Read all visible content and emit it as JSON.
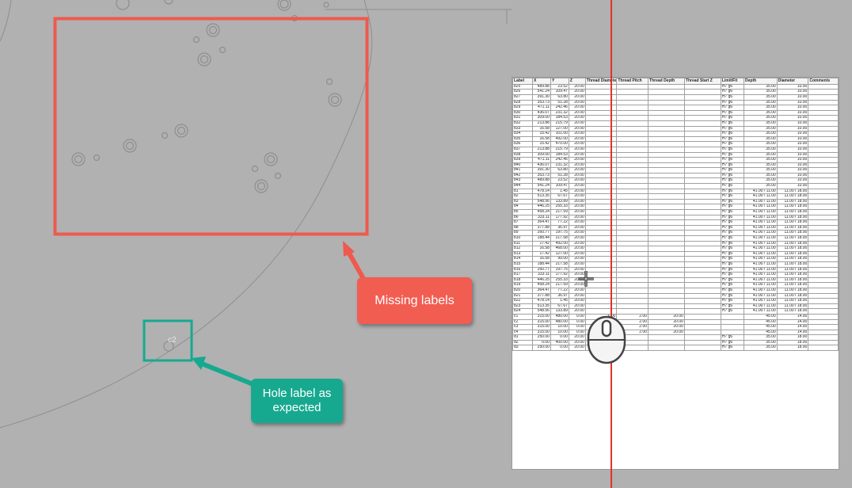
{
  "callouts": {
    "missing": "Missing labels",
    "hole_line1": "Hole label as",
    "hole_line2": "expected"
  },
  "hole_label": "c2",
  "colors": {
    "background": "#b1b1b1",
    "missing_accent": "#f25d52",
    "ok_accent": "#17a98f",
    "red_line": "#e2322a"
  },
  "table": {
    "headers": [
      "Label",
      "X",
      "Y",
      "Z",
      "Thread Diameter",
      "Thread Pitch",
      "Thread Depth",
      "Thread Start Z",
      "Limit/Fit",
      "Depth",
      "Diameter",
      "Comments"
    ],
    "rows": [
      [
        "b25",
        "489.88",
        "23.52",
        "20.00",
        "",
        "",
        "",
        "",
        "H7 g6",
        "35.00",
        "10.00",
        ""
      ],
      [
        "b26",
        "541.24",
        "109.47",
        "20.00",
        "",
        "",
        "",
        "",
        "H7 g6",
        "35.00",
        "10.00",
        ""
      ],
      [
        "b27",
        "391.30",
        "63.80",
        "20.00",
        "",
        "",
        "",
        "",
        "H7 g6",
        "35.00",
        "10.00",
        ""
      ],
      [
        "b28",
        "353.73",
        "51.28",
        "20.00",
        "",
        "",
        "",
        "",
        "H7 g6",
        "35.00",
        "10.00",
        ""
      ],
      [
        "b29",
        "471.11",
        "242.46",
        "20.00",
        "",
        "",
        "",
        "",
        "H7 g6",
        "35.00",
        "10.00",
        ""
      ],
      [
        "b30",
        "436.07",
        "231.32",
        "20.00",
        "",
        "",
        "",
        "",
        "H7 g6",
        "35.00",
        "10.00",
        ""
      ],
      [
        "b31",
        "309.00",
        "184.53",
        "20.00",
        "",
        "",
        "",
        "",
        "H7 g6",
        "35.00",
        "10.00",
        ""
      ],
      [
        "b32",
        "213.88",
        "215.79",
        "20.00",
        "",
        "",
        "",
        "",
        "H7 g6",
        "35.00",
        "10.00",
        ""
      ],
      [
        "b33",
        "16.58",
        "127.00",
        "20.00",
        "",
        "",
        "",
        "",
        "H7 g6",
        "35.00",
        "10.00",
        ""
      ],
      [
        "b34",
        "15.42",
        "101.00",
        "20.00",
        "",
        "",
        "",
        "",
        "H7 g6",
        "35.00",
        "10.00",
        ""
      ],
      [
        "b35",
        "16.58",
        "492.00",
        "20.00",
        "",
        "",
        "",
        "",
        "H7 g6",
        "35.00",
        "10.00",
        ""
      ],
      [
        "b36",
        "15.42",
        "470.00",
        "20.00",
        "",
        "",
        "",
        "",
        "H7 g6",
        "35.00",
        "10.00",
        ""
      ],
      [
        "b37",
        "213.88",
        "215.79",
        "20.00",
        "",
        "",
        "",
        "",
        "H7 g6",
        "35.00",
        "10.00",
        ""
      ],
      [
        "b38",
        "309.00",
        "184.53",
        "20.00",
        "",
        "",
        "",
        "",
        "H7 g6",
        "35.00",
        "10.00",
        ""
      ],
      [
        "b39",
        "471.11",
        "242.46",
        "20.00",
        "",
        "",
        "",
        "",
        "H7 g6",
        "35.00",
        "10.00",
        ""
      ],
      [
        "b40",
        "436.07",
        "231.32",
        "20.00",
        "",
        "",
        "",
        "",
        "H7 g6",
        "35.00",
        "10.00",
        ""
      ],
      [
        "b41",
        "391.30",
        "63.80",
        "20.00",
        "",
        "",
        "",
        "",
        "H7 g6",
        "35.00",
        "10.00",
        ""
      ],
      [
        "b42",
        "353.73",
        "51.28",
        "20.00",
        "",
        "",
        "",
        "",
        "H7 g6",
        "35.00",
        "10.00",
        ""
      ],
      [
        "b43",
        "489.88",
        "23.52",
        "20.00",
        "",
        "",
        "",
        "",
        "H7 g6",
        "35.00",
        "10.00",
        ""
      ],
      [
        "b44",
        "541.24",
        "109.47",
        "20.00",
        "",
        "",
        "",
        "",
        "H7 g6",
        "35.00",
        "10.00",
        ""
      ],
      [
        "b1",
        "478.14",
        "1.45",
        "20.00",
        "",
        "",
        "",
        "",
        "H7 g6",
        "41.00 / 11.00",
        "11.00 / 18.00",
        ""
      ],
      [
        "b2",
        "513.35",
        "67.67",
        "20.00",
        "",
        "",
        "",
        "",
        "H7 g6",
        "41.00 / 11.00",
        "11.00 / 18.00",
        ""
      ],
      [
        "b3",
        "548.56",
        "133.89",
        "20.00",
        "",
        "",
        "",
        "",
        "H7 g6",
        "41.00 / 11.00",
        "11.00 / 18.00",
        ""
      ],
      [
        "b4",
        "446.25",
        "255.33",
        "20.00",
        "",
        "",
        "",
        "",
        "H7 g6",
        "41.00 / 11.00",
        "11.00 / 18.00",
        ""
      ],
      [
        "b5",
        "458.24",
        "217.59",
        "20.00",
        "",
        "",
        "",
        "",
        "H7 g6",
        "41.00 / 11.00",
        "11.00 / 18.00",
        ""
      ],
      [
        "b6",
        "333.11",
        "177.92",
        "20.00",
        "",
        "",
        "",
        "",
        "H7 g6",
        "41.00 / 11.00",
        "11.00 / 18.00",
        ""
      ],
      [
        "b7",
        "364.47",
        "77.22",
        "20.00",
        "",
        "",
        "",
        "",
        "H7 g6",
        "41.00 / 11.00",
        "11.00 / 18.00",
        ""
      ],
      [
        "b8",
        "377.88",
        "36.97",
        "20.00",
        "",
        "",
        "",
        "",
        "H7 g6",
        "41.00 / 11.00",
        "11.00 / 18.00",
        ""
      ],
      [
        "b9",
        "260.77",
        "197.75",
        "20.00",
        "",
        "",
        "",
        "",
        "H7 g6",
        "41.00 / 11.00",
        "11.00 / 18.00",
        ""
      ],
      [
        "b10",
        "188.44",
        "217.58",
        "20.00",
        "",
        "",
        "",
        "",
        "H7 g6",
        "41.00 / 11.00",
        "11.00 / 18.00",
        ""
      ],
      [
        "b11",
        "17.42",
        "492.00",
        "20.00",
        "",
        "",
        "",
        "",
        "H7 g6",
        "41.00 / 11.00",
        "11.00 / 18.00",
        ""
      ],
      [
        "b12",
        "16.58",
        "468.00",
        "20.00",
        "",
        "",
        "",
        "",
        "H7 g6",
        "41.00 / 11.00",
        "11.00 / 18.00",
        ""
      ],
      [
        "b13",
        "17.42",
        "127.00",
        "20.00",
        "",
        "",
        "",
        "",
        "H7 g6",
        "41.00 / 11.00",
        "11.00 / 18.00",
        ""
      ],
      [
        "b14",
        "16.58",
        "99.00",
        "20.00",
        "",
        "",
        "",
        "",
        "H7 g6",
        "41.00 / 11.00",
        "11.00 / 18.00",
        ""
      ],
      [
        "b15",
        "188.44",
        "217.58",
        "20.00",
        "",
        "",
        "",
        "",
        "H7 g6",
        "41.00 / 11.00",
        "11.00 / 18.00",
        ""
      ],
      [
        "b16",
        "260.77",
        "197.75",
        "20.00",
        "",
        "",
        "",
        "",
        "H7 g6",
        "41.00 / 11.00",
        "11.00 / 18.00",
        ""
      ],
      [
        "b17",
        "333.11",
        "177.92",
        "20.00",
        "",
        "",
        "",
        "",
        "H7 g6",
        "41.00 / 11.00",
        "11.00 / 18.00",
        ""
      ],
      [
        "b18",
        "446.25",
        "255.33",
        "20.00",
        "",
        "",
        "",
        "",
        "H7 g6",
        "41.00 / 11.00",
        "11.00 / 18.00",
        ""
      ],
      [
        "b19",
        "458.24",
        "217.59",
        "20.00",
        "",
        "",
        "",
        "",
        "H7 g6",
        "41.00 / 11.00",
        "11.00 / 18.00",
        ""
      ],
      [
        "b20",
        "364.47",
        "77.22",
        "20.00",
        "",
        "",
        "",
        "",
        "H7 g6",
        "41.00 / 11.00",
        "11.00 / 18.00",
        ""
      ],
      [
        "b21",
        "377.88",
        "36.97",
        "20.00",
        "",
        "",
        "",
        "",
        "H7 g6",
        "41.00 / 11.00",
        "11.00 / 18.00",
        ""
      ],
      [
        "b22",
        "478.14",
        "1.45",
        "20.00",
        "",
        "",
        "",
        "",
        "H7 g6",
        "41.00 / 11.00",
        "11.00 / 18.00",
        ""
      ],
      [
        "b23",
        "513.35",
        "67.67",
        "20.00",
        "",
        "",
        "",
        "",
        "H7 g6",
        "41.00 / 11.00",
        "11.00 / 18.00",
        ""
      ],
      [
        "b24",
        "548.56",
        "133.89",
        "20.00",
        "",
        "",
        "",
        "",
        "H7 g6",
        "41.00 / 11.00",
        "11.00 / 18.00",
        ""
      ],
      [
        "c1",
        "315.00",
        "480.00",
        "0.00",
        "6.00",
        "2.00",
        "20.00",
        "",
        "",
        "45.00",
        "14.00",
        ""
      ],
      [
        "c2",
        "315.00",
        "480.00",
        "0.00",
        "6.00",
        "2.00",
        "20.00",
        "",
        "",
        "45.00",
        "14.00",
        ""
      ],
      [
        "c3",
        "315.00",
        "10.00",
        "0.00",
        "6.00",
        "2.00",
        "20.00",
        "",
        "",
        "45.00",
        "14.00",
        ""
      ],
      [
        "c4",
        "315.00",
        "10.00",
        "0.00",
        "6.00",
        "2.00",
        "20.00",
        "",
        "",
        "45.00",
        "14.00",
        ""
      ],
      [
        "d1",
        "250.00",
        "0.00",
        "20.00",
        "",
        "",
        "",
        "",
        "H7 g6",
        "35.00",
        "18.00",
        ""
      ],
      [
        "d2",
        "0.00",
        "400.00",
        "20.00",
        "",
        "",
        "",
        "",
        "H7 g6",
        "35.00",
        "18.00",
        ""
      ],
      [
        "d3",
        "250.00",
        "0.00",
        "20.00",
        "",
        "",
        "",
        "",
        "H7 g6",
        "35.00",
        "18.00",
        ""
      ]
    ]
  }
}
